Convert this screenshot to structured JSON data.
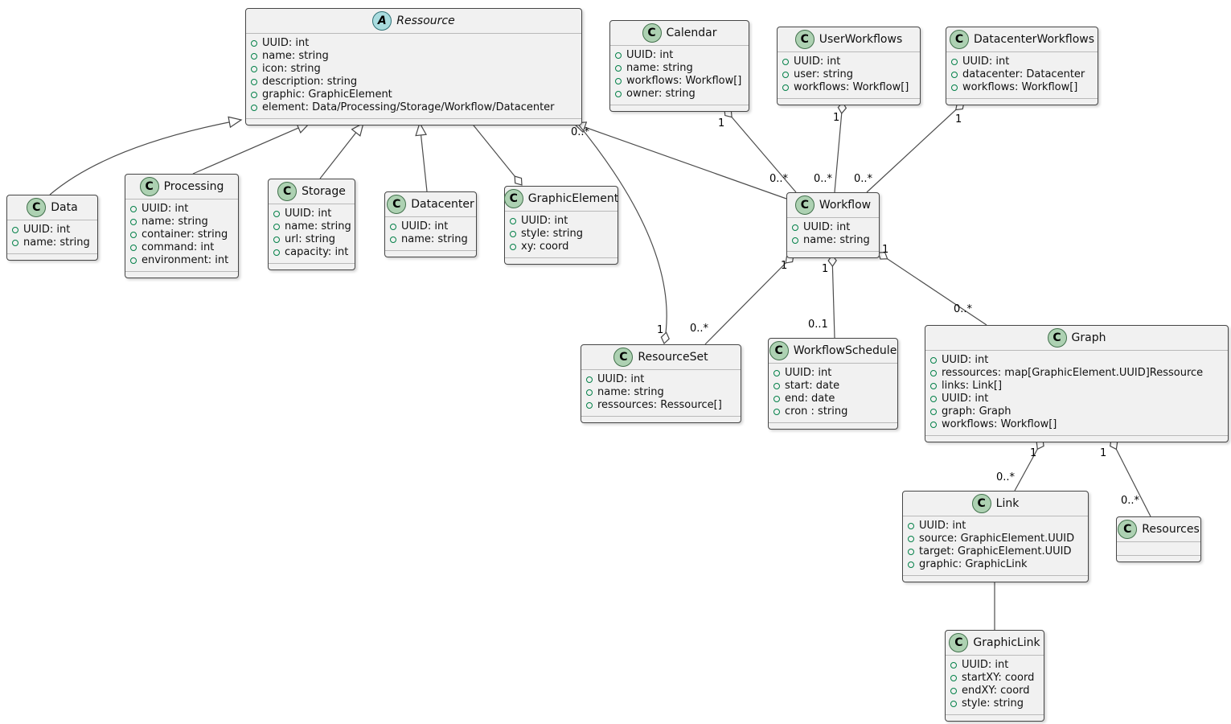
{
  "diagram": {
    "classes": [
      {
        "icon": "A",
        "name": "Ressource",
        "attributes": [
          "UUID: int",
          "name: string",
          "icon: string",
          "description: string",
          "graphic: GraphicElement",
          "element: Data/Processing/Storage/Workflow/Datacenter"
        ]
      },
      {
        "icon": "C",
        "name": "Data",
        "attributes": [
          "UUID: int",
          "name: string"
        ]
      },
      {
        "icon": "C",
        "name": "Processing",
        "attributes": [
          "UUID: int",
          "name: string",
          "container: string",
          "command: int",
          "environment: int"
        ]
      },
      {
        "icon": "C",
        "name": "Storage",
        "attributes": [
          "UUID: int",
          "name: string",
          "url: string",
          "capacity: int"
        ]
      },
      {
        "icon": "C",
        "name": "Datacenter",
        "attributes": [
          "UUID: int",
          "name: string"
        ]
      },
      {
        "icon": "C",
        "name": "GraphicElement",
        "attributes": [
          "UUID: int",
          "style: string",
          "xy: coord"
        ]
      },
      {
        "icon": "C",
        "name": "Calendar",
        "attributes": [
          "UUID: int",
          "name: string",
          "workflows: Workflow[]",
          "owner: string"
        ]
      },
      {
        "icon": "C",
        "name": "UserWorkflows",
        "attributes": [
          "UUID: int",
          "user: string",
          "workflows: Workflow[]"
        ]
      },
      {
        "icon": "C",
        "name": "DatacenterWorkflows",
        "attributes": [
          "UUID: int",
          "datacenter: Datacenter",
          "workflows: Workflow[]"
        ]
      },
      {
        "icon": "C",
        "name": "Workflow",
        "attributes": [
          "UUID: int",
          "name: string"
        ]
      },
      {
        "icon": "C",
        "name": "ResourceSet",
        "attributes": [
          "UUID: int",
          "name: string",
          "ressources: Ressource[]"
        ]
      },
      {
        "icon": "C",
        "name": "WorkflowSchedule",
        "attributes": [
          "UUID: int",
          "start: date",
          "end: date",
          "cron : string"
        ]
      },
      {
        "icon": "C",
        "name": "Graph",
        "attributes": [
          "UUID: int",
          "ressources: map[GraphicElement.UUID]Ressource",
          "links: Link[]",
          "UUID: int",
          "graph: Graph",
          "workflows: Workflow[]"
        ]
      },
      {
        "icon": "C",
        "name": "Link",
        "attributes": [
          "UUID: int",
          "source: GraphicElement.UUID",
          "target: GraphicElement.UUID",
          "graphic: GraphicLink"
        ]
      },
      {
        "icon": "C",
        "name": "Resources",
        "attributes": []
      },
      {
        "icon": "C",
        "name": "GraphicLink",
        "attributes": [
          "UUID: int",
          "startXY: coord",
          "endXY: coord",
          "style: string"
        ]
      }
    ],
    "multiplicities": [
      "0..*",
      "1",
      "1",
      "0..*",
      "1",
      "0..*",
      "1",
      "0..*",
      "1",
      "0..*",
      "1",
      "0..1",
      "1",
      "0..*",
      "1",
      "0..*",
      "1",
      "0..*"
    ],
    "colors": {
      "class_icon_bg": "#ADD1B2",
      "abstract_icon_bg": "#A9DCDF",
      "box_bg": "#F1F1F1",
      "border": "#464646",
      "attribute_bullet": "#038048"
    }
  }
}
